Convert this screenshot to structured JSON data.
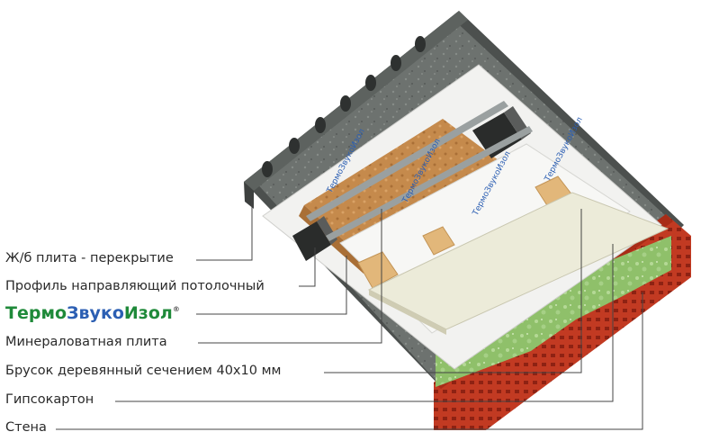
{
  "colors": {
    "concrete": "#6f7471",
    "concrete_dark": "#4c504e",
    "brick": "#c23a22",
    "putty": "#8fc06a",
    "insulation": "#c58a4c",
    "membrane": "#f2f2f0",
    "drywall": "#ecebd9",
    "wood": "#e2b77a",
    "brand_green": "#1f8a3a",
    "brand_blue": "#2c5fb3",
    "leader_line": "#444444"
  },
  "labels": [
    {
      "id": "slab",
      "text": "Ж/б плита - перекрытие"
    },
    {
      "id": "profile",
      "text": "Профиль направляющий потолочный"
    },
    {
      "id": "mineral",
      "text": "Минераловатная плита"
    },
    {
      "id": "bar",
      "text": "Брусок деревянный сечением 40х10 мм"
    },
    {
      "id": "drywall",
      "text": "Гипсокартон"
    },
    {
      "id": "wall",
      "text": "Стена"
    }
  ],
  "brand": {
    "part1": "Термо",
    "part2": "Звуко",
    "part3": "Изол",
    "mark": "®"
  },
  "membrane_print": "ТермоЗвукоИзол"
}
